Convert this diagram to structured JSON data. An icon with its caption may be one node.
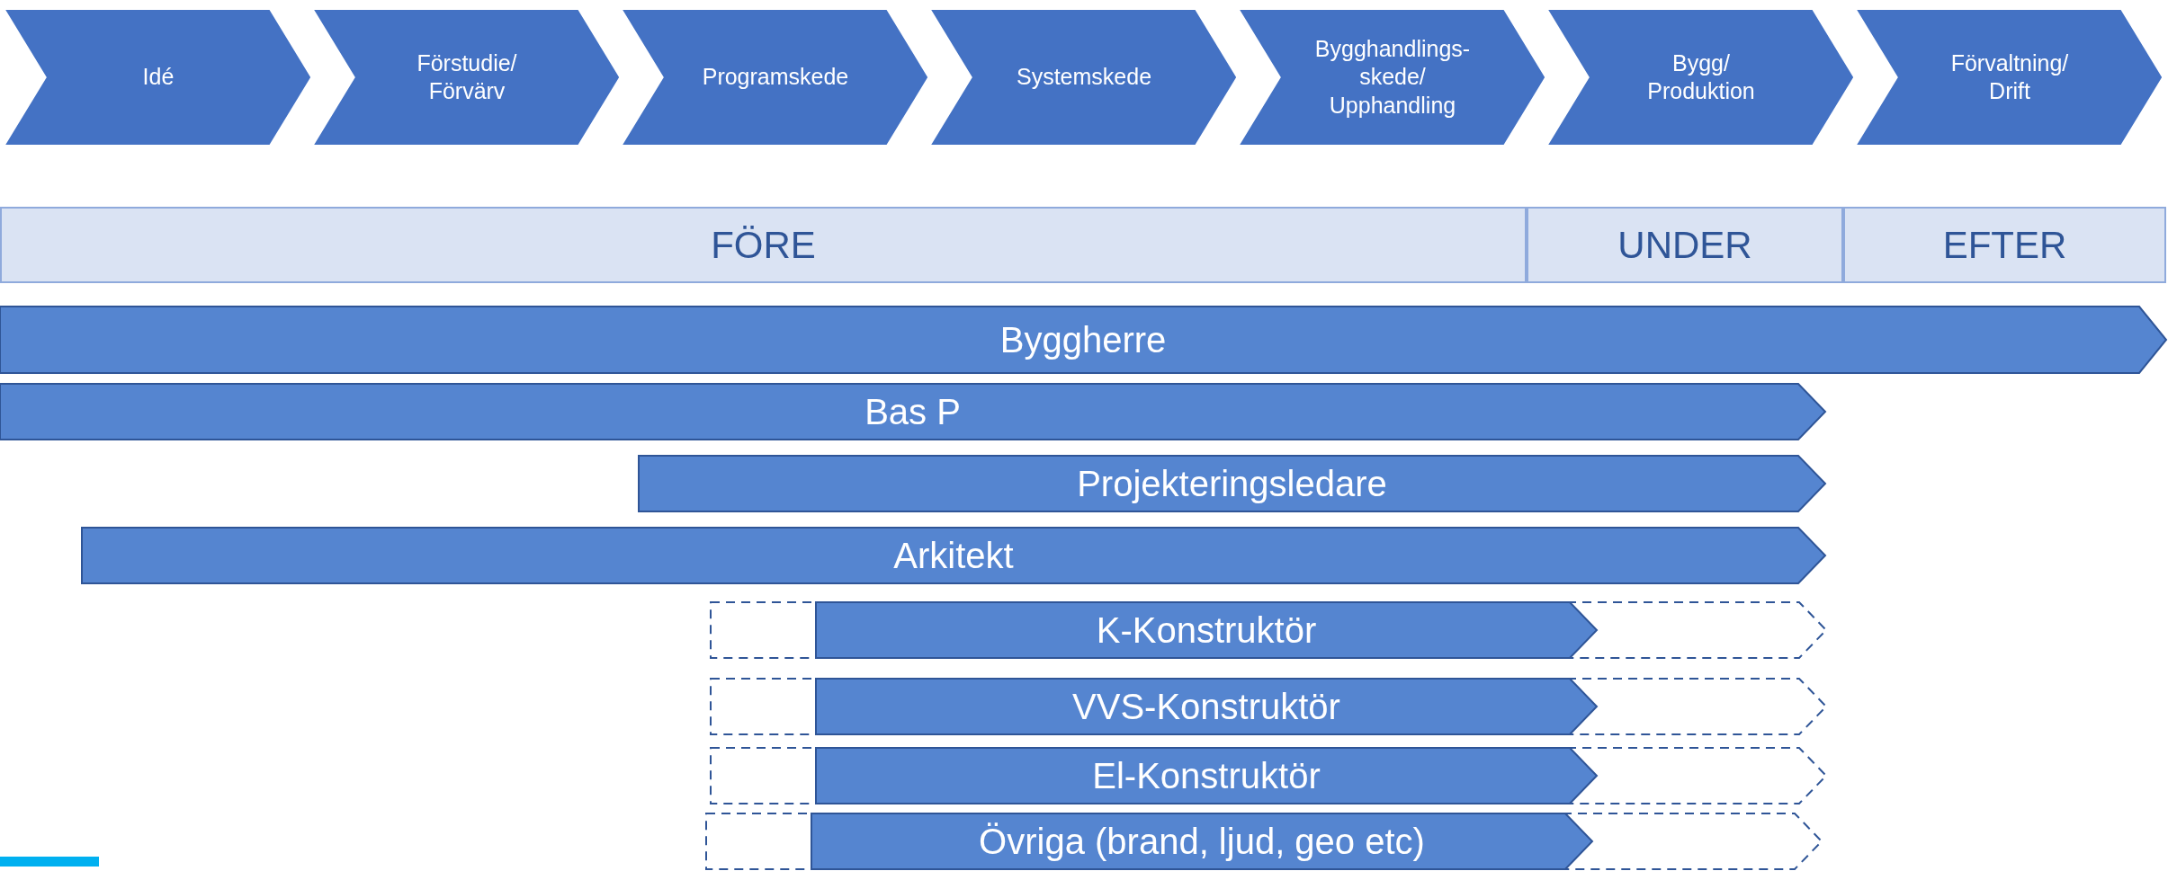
{
  "diagram": {
    "nodes": [
      {
        "text": [
          "Idé"
        ]
      },
      {
        "text": [
          "Förstudie/ Förvärv"
        ]
      },
      {
        "text": [
          "Programskede"
        ]
      },
      {
        "text": [
          "Systemskede"
        ]
      },
      {
        "text": [
          "Bygghandlings-skede/ Upphandling"
        ]
      },
      {
        "text": [
          "Bygg/ Produktion"
        ]
      },
      {
        "text": [
          "Förvaltning/ Drift"
        ]
      },
      {
        "text": [
          "FÖRE"
        ]
      },
      {
        "text": [
          "UNDER"
        ]
      },
      {
        "text": [
          "EFTER"
        ]
      },
      {
        "text": [
          "Byggherre"
        ]
      },
      {
        "text": [
          "Bas P"
        ]
      },
      {
        "text": [
          "Projekteringsledare"
        ]
      },
      {
        "text": [
          "Arkitekt"
        ]
      },
      {
        "text": [],
        "shape": "arrow"
      },
      {
        "text": [
          "K-Konstruktör"
        ],
        "in": 14
      },
      {
        "text": [],
        "shape": "arrow"
      },
      {
        "text": [
          "VVS-Konstruktör"
        ],
        "in": 16
      },
      {
        "text": [],
        "shape": "arrow"
      },
      {
        "text": [
          "El-Konstruktör"
        ],
        "in": 18
      },
      {
        "text": [],
        "shape": "arrow"
      },
      {
        "text": [
          "Övriga (brand, ljud, geo etc)"
        ],
        "in": 20
      }
    ]
  }
}
